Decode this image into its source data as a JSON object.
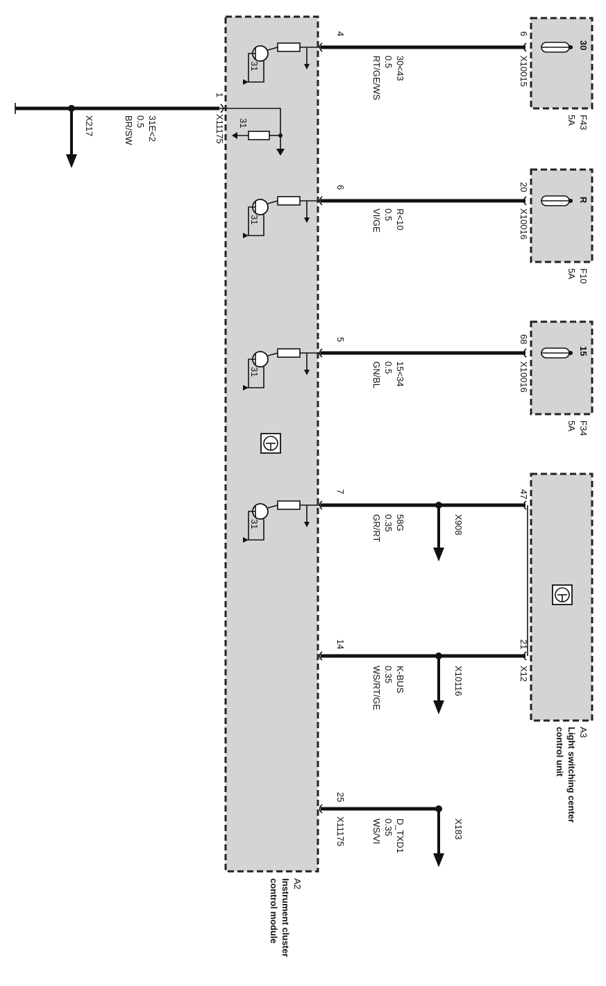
{
  "modules": {
    "a2": {
      "id": "A2",
      "desc1": "Instrument cluster",
      "desc2": "control module"
    },
    "a3": {
      "id": "A3",
      "desc1": "Light switching center",
      "desc2": "control unit",
      "conn": "X12"
    }
  },
  "fuses": [
    {
      "name": "F43",
      "rating": "5A",
      "term": "30",
      "conn": "X10015",
      "pin": "6"
    },
    {
      "name": "F10",
      "rating": "5A",
      "term": "R",
      "conn": "X10016",
      "pin": "20"
    },
    {
      "name": "F34",
      "rating": "5A",
      "term": "15",
      "conn": "X10016",
      "pin": "68"
    }
  ],
  "wires": [
    {
      "pin": "4",
      "sig": "30<43",
      "size": "0.5",
      "color": "RT/GE/WS"
    },
    {
      "pin": "6",
      "sig": "R<10",
      "size": "0.5",
      "color": "VI/GE"
    },
    {
      "pin": "5",
      "sig": "15<34",
      "size": "0.5",
      "color": "GN/BL"
    },
    {
      "pin": "7",
      "sig": "58G",
      "size": "0.35",
      "color": "GR/RT",
      "a3pin": "47",
      "branch": "X908"
    },
    {
      "pin": "14",
      "sig": "K-BUS",
      "size": "0.35",
      "color": "WS/RT/GE",
      "a3pin": "21",
      "branch": "X10116"
    },
    {
      "pin": "25",
      "sig": "D_TXD1",
      "size": "0.35",
      "color": "WS/VI",
      "conn": "X11175",
      "branch": "X183"
    }
  ],
  "ground": {
    "pin": "1",
    "conn": "X11175",
    "sig": "31E<2",
    "size": "0.5",
    "color": "BR/SW",
    "branch": "X217",
    "term": "31"
  },
  "ground_term": "31"
}
